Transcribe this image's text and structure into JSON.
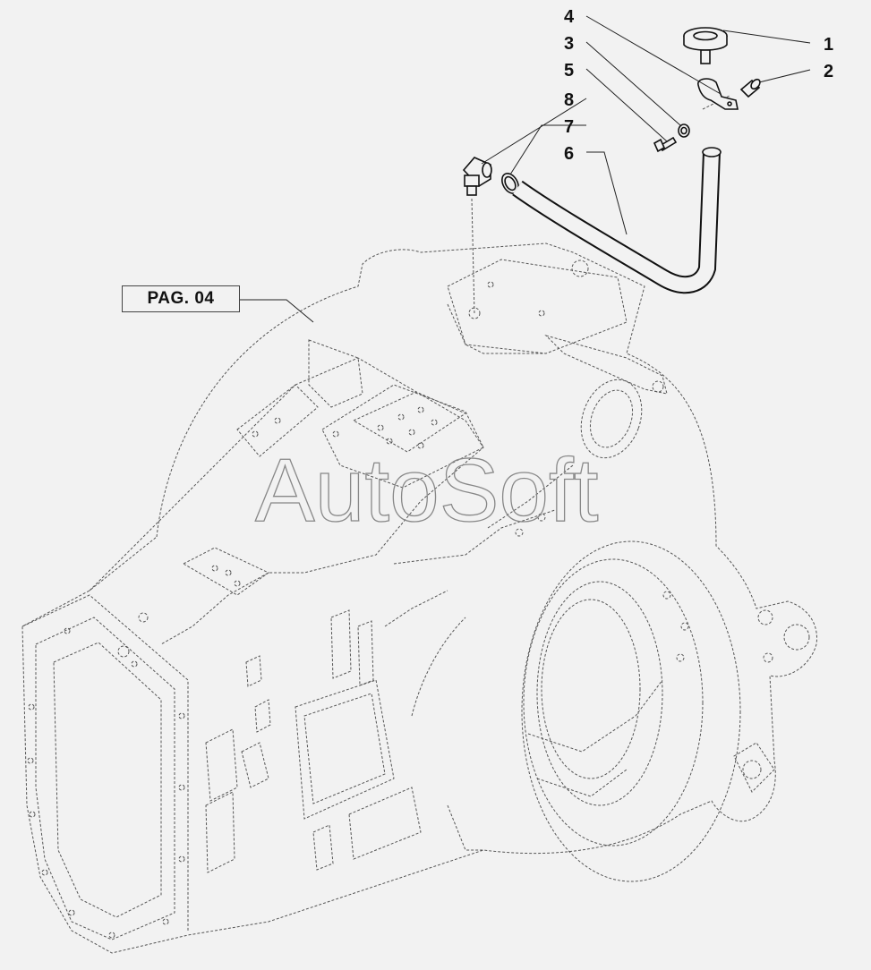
{
  "diagram": {
    "callouts": [
      {
        "id": "c1",
        "label": "1"
      },
      {
        "id": "c2",
        "label": "2"
      },
      {
        "id": "c3",
        "label": "3"
      },
      {
        "id": "c4",
        "label": "4"
      },
      {
        "id": "c5",
        "label": "5"
      },
      {
        "id": "c6",
        "label": "6"
      },
      {
        "id": "c7",
        "label": "7"
      },
      {
        "id": "c8",
        "label": "8"
      }
    ],
    "page_reference": "PAG. 04",
    "watermark": "AutoSoft"
  }
}
